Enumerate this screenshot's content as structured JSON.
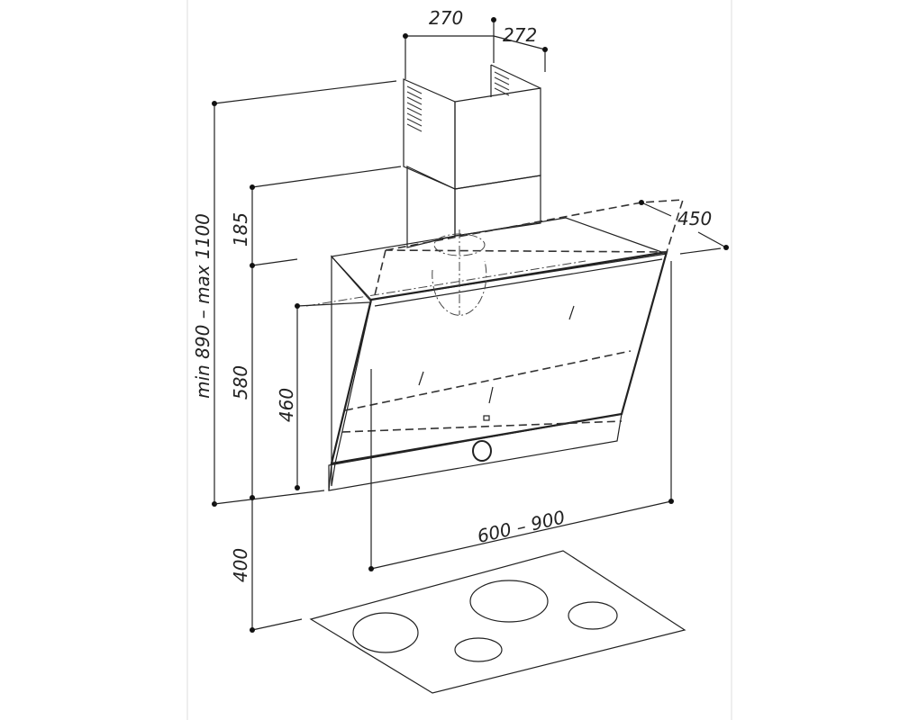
{
  "dimensions": {
    "duct_width": "270",
    "duct_depth": "272",
    "hood_depth": "450",
    "total_height": "min 890 – max 1100",
    "chimney_height": "185",
    "hood_height": "580",
    "glass_height": "460",
    "hood_width": "600 – 900",
    "cooktop_clearance": "400"
  }
}
